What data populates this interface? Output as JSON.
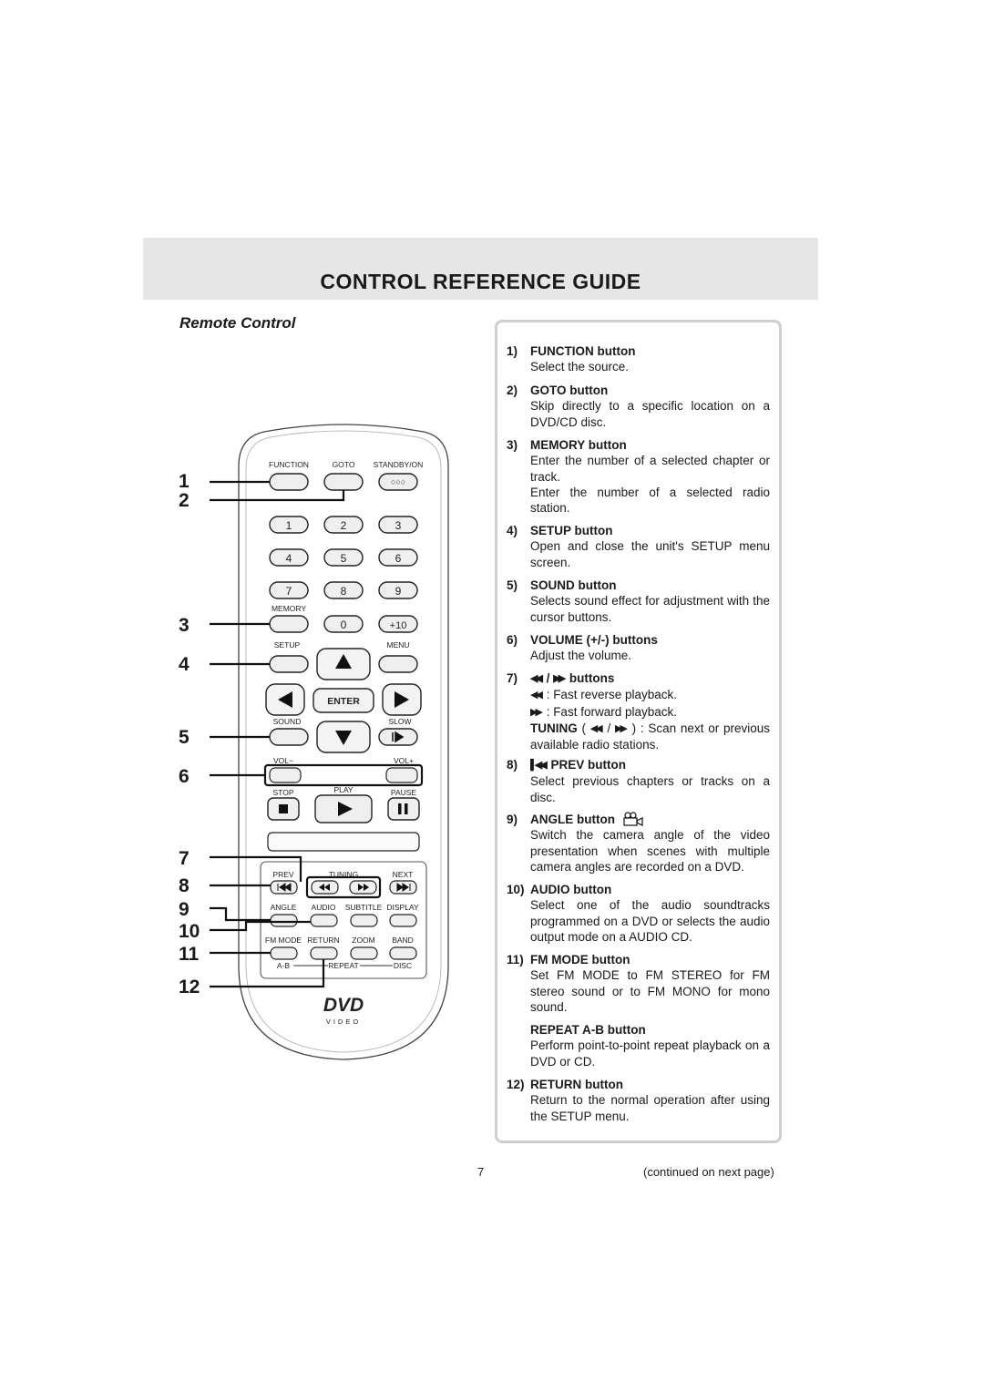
{
  "banner_title": "CONTROL REFERENCE GUIDE",
  "section_title": "Remote Control",
  "callouts": [
    "1",
    "2",
    "3",
    "4",
    "5",
    "6",
    "7",
    "8",
    "9",
    "10",
    "11",
    "12"
  ],
  "remote": {
    "labels": {
      "function": "FUNCTION",
      "goto": "GOTO",
      "standby": "STANDBY/ON",
      "memory": "MEMORY",
      "setup": "SETUP",
      "menu": "MENU",
      "enter": "ENTER",
      "sound": "SOUND",
      "slow": "SLOW",
      "vol_minus": "VOL−",
      "vol_plus": "VOL+",
      "stop": "STOP",
      "play": "PLAY",
      "pause": "PAUSE",
      "prev": "PREV",
      "tuning": "TUNING",
      "next": "NEXT",
      "angle": "ANGLE",
      "audio": "AUDIO",
      "subtitle": "SUBTITLE",
      "display": "DISPLAY",
      "fm_mode": "FM MODE",
      "return": "RETURN",
      "zoom": "ZOOM",
      "band": "BAND",
      "ab": "A-B",
      "repeat": "REPEAT",
      "disc": "DISC",
      "logo_dvd": "DVD",
      "logo_video": "VIDEO"
    },
    "keys": [
      "1",
      "2",
      "3",
      "4",
      "5",
      "6",
      "7",
      "8",
      "9",
      "0",
      "+10"
    ],
    "standby_glyph": "○○○"
  },
  "entries": [
    {
      "num": "1)",
      "head": "FUNCTION button",
      "body": [
        "Select the source."
      ]
    },
    {
      "num": "2)",
      "head": "GOTO button",
      "body": [
        "Skip directly to a specific location on a DVD/CD disc."
      ]
    },
    {
      "num": "3)",
      "head": "MEMORY button",
      "body": [
        "Enter the number of a selected chapter or track.",
        "Enter the number of a selected radio station."
      ]
    },
    {
      "num": "4)",
      "head": "SETUP button",
      "body": [
        "Open and close the unit's SETUP menu screen."
      ]
    },
    {
      "num": "5)",
      "head": "SOUND button",
      "body": [
        "Selects sound effect for adjustment with the cursor buttons."
      ]
    },
    {
      "num": "6)",
      "head": "VOLUME (+/-) buttons",
      "body": [
        "Adjust the volume."
      ]
    },
    {
      "num": "7)",
      "head": "buttons",
      "rew_text": ": Fast reverse playback.",
      "ff_text": ": Fast forward playback.",
      "tuning_label": "TUNING",
      "tuning_text": ": Scan next or previous available radio stations."
    },
    {
      "num": "8)",
      "head": "PREV button",
      "body": [
        "Select previous chapters or tracks on a disc."
      ]
    },
    {
      "num": "9)",
      "head": "ANGLE button",
      "body": [
        "Switch the camera angle of the video presentation when scenes with multiple camera angles are recorded on a DVD."
      ]
    },
    {
      "num": "10)",
      "head": "AUDIO button",
      "body": [
        "Select one of the audio soundtracks programmed on a DVD or selects the audio output mode on a AUDIO CD."
      ]
    },
    {
      "num": "11)",
      "head": "FM MODE button",
      "body": [
        "Set FM MODE to FM STEREO for FM stereo sound or to FM MONO for mono sound."
      ]
    },
    {
      "num": "",
      "head": "REPEAT A-B button",
      "body": [
        "Perform point-to-point repeat playback on a DVD or CD."
      ]
    },
    {
      "num": "12)",
      "head": "RETURN button",
      "body": [
        "Return to the normal operation after using the SETUP menu."
      ]
    }
  ],
  "footer": {
    "page": "7",
    "continued": "(continued on next page)"
  }
}
